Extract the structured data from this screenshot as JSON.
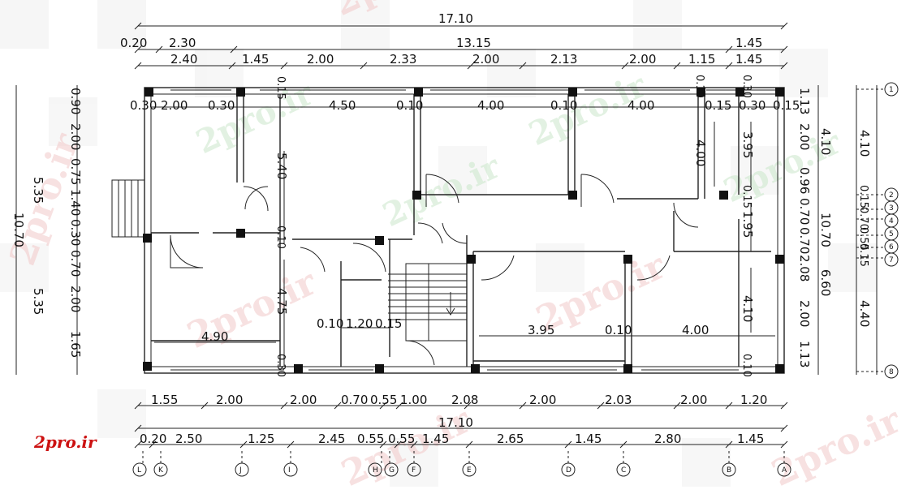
{
  "logo": "2pro.ir",
  "watermark": "2pro.ir",
  "top": {
    "overall": "17.10",
    "row2": [
      "0.20",
      "2.30",
      "13.15",
      "1.45"
    ],
    "row3": [
      "2.40",
      "1.45",
      "2.00",
      "2.33",
      "2.00",
      "2.13",
      "2.00",
      "1.15",
      "1.45"
    ]
  },
  "bottom": {
    "row1": [
      "1.55",
      "2.00",
      "2.00",
      "0.70",
      "0.55",
      "1.00",
      "2.08",
      "2.00",
      "2.03",
      "2.00",
      "1.20"
    ],
    "overall": "17.10",
    "row2": [
      "0.20",
      "2.50",
      "1.25",
      "2.45",
      "0.55",
      "0.55",
      "1.45",
      "2.65",
      "1.45",
      "2.80",
      "1.45"
    ],
    "grid": [
      "L",
      "K",
      "J",
      "I",
      "H",
      "G",
      "F",
      "E",
      "D",
      "C",
      "B",
      "A"
    ]
  },
  "left": {
    "col1": [
      "5.35",
      "10.70",
      "5.35"
    ],
    "col2": [
      "0.90",
      "2.00",
      "0.75",
      "1.40",
      "0.30",
      "0.70",
      "2.00",
      "1.65"
    ]
  },
  "right": {
    "col1": [
      "1.13",
      "2.00",
      "0.96",
      "0.70",
      "0.70",
      "2.08",
      "2.00",
      "1.13"
    ],
    "col2": [
      "4.10",
      "10.70",
      "6.60"
    ],
    "col3": [
      "4.10",
      "0.15",
      "0.70",
      "0.55",
      "0.15",
      "4.40"
    ],
    "grid": [
      "1",
      "2",
      "3",
      "4",
      "5",
      "6",
      "7",
      "8"
    ]
  },
  "interior": {
    "top_row": [
      "0.30",
      "2.00",
      "0.30",
      "4.50",
      "0.10",
      "4.00",
      "0.10",
      "4.00",
      "0.15",
      "0.30",
      "0.15"
    ],
    "v_5_40": "5.40",
    "v_4_00": "4.00",
    "v_3_95": "3.95",
    "v_4_75": "4.75",
    "v_4_10": "4.10",
    "v_1_95": "1.95",
    "h_4_90": "4.90",
    "h_small": [
      "0.10",
      "1.20",
      "0.15"
    ],
    "h_bottom": [
      "3.95",
      "0.10",
      "4.00"
    ],
    "v_ticks": [
      "0.15",
      "0.10",
      "0.30",
      "0.10",
      "0.30",
      "0.15",
      "0.10"
    ]
  }
}
